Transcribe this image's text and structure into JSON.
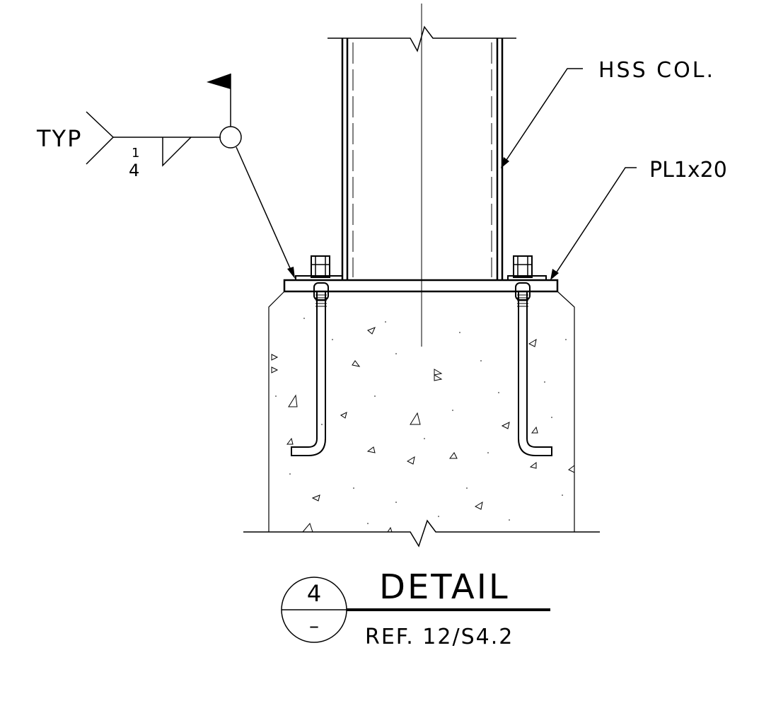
{
  "labels": {
    "column": "HSS COL.",
    "plate": "PL1x20",
    "weld_note": "TYP",
    "weld_size_top": "1",
    "weld_size_bottom": "4"
  },
  "title_block": {
    "detail_number": "4",
    "sheet": "–",
    "title": "DETAIL",
    "reference": "REF. 12/S4.2"
  },
  "colors": {
    "ink": "#000000",
    "paper": "#ffffff"
  }
}
